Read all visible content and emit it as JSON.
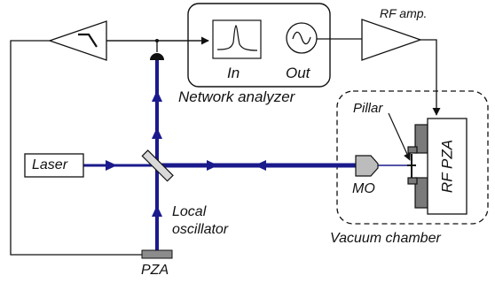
{
  "labels": {
    "rf_amp": "RF amp.",
    "in": "In",
    "out": "Out",
    "network_analyzer": "Network analyzer",
    "pillar": "Pillar",
    "laser": "Laser",
    "mo": "MO",
    "rf_pza": "RF PZA",
    "local_oscillator_line1": "Local",
    "local_oscillator_line2": "oscillator",
    "vacuum_chamber": "Vacuum chamber",
    "pza": "PZA"
  },
  "colors": {
    "beam": "#1a1a8c",
    "line": "#111111",
    "element_fill": "#999999",
    "mirror_fill": "#d9d9d9",
    "background": "#ffffff"
  }
}
